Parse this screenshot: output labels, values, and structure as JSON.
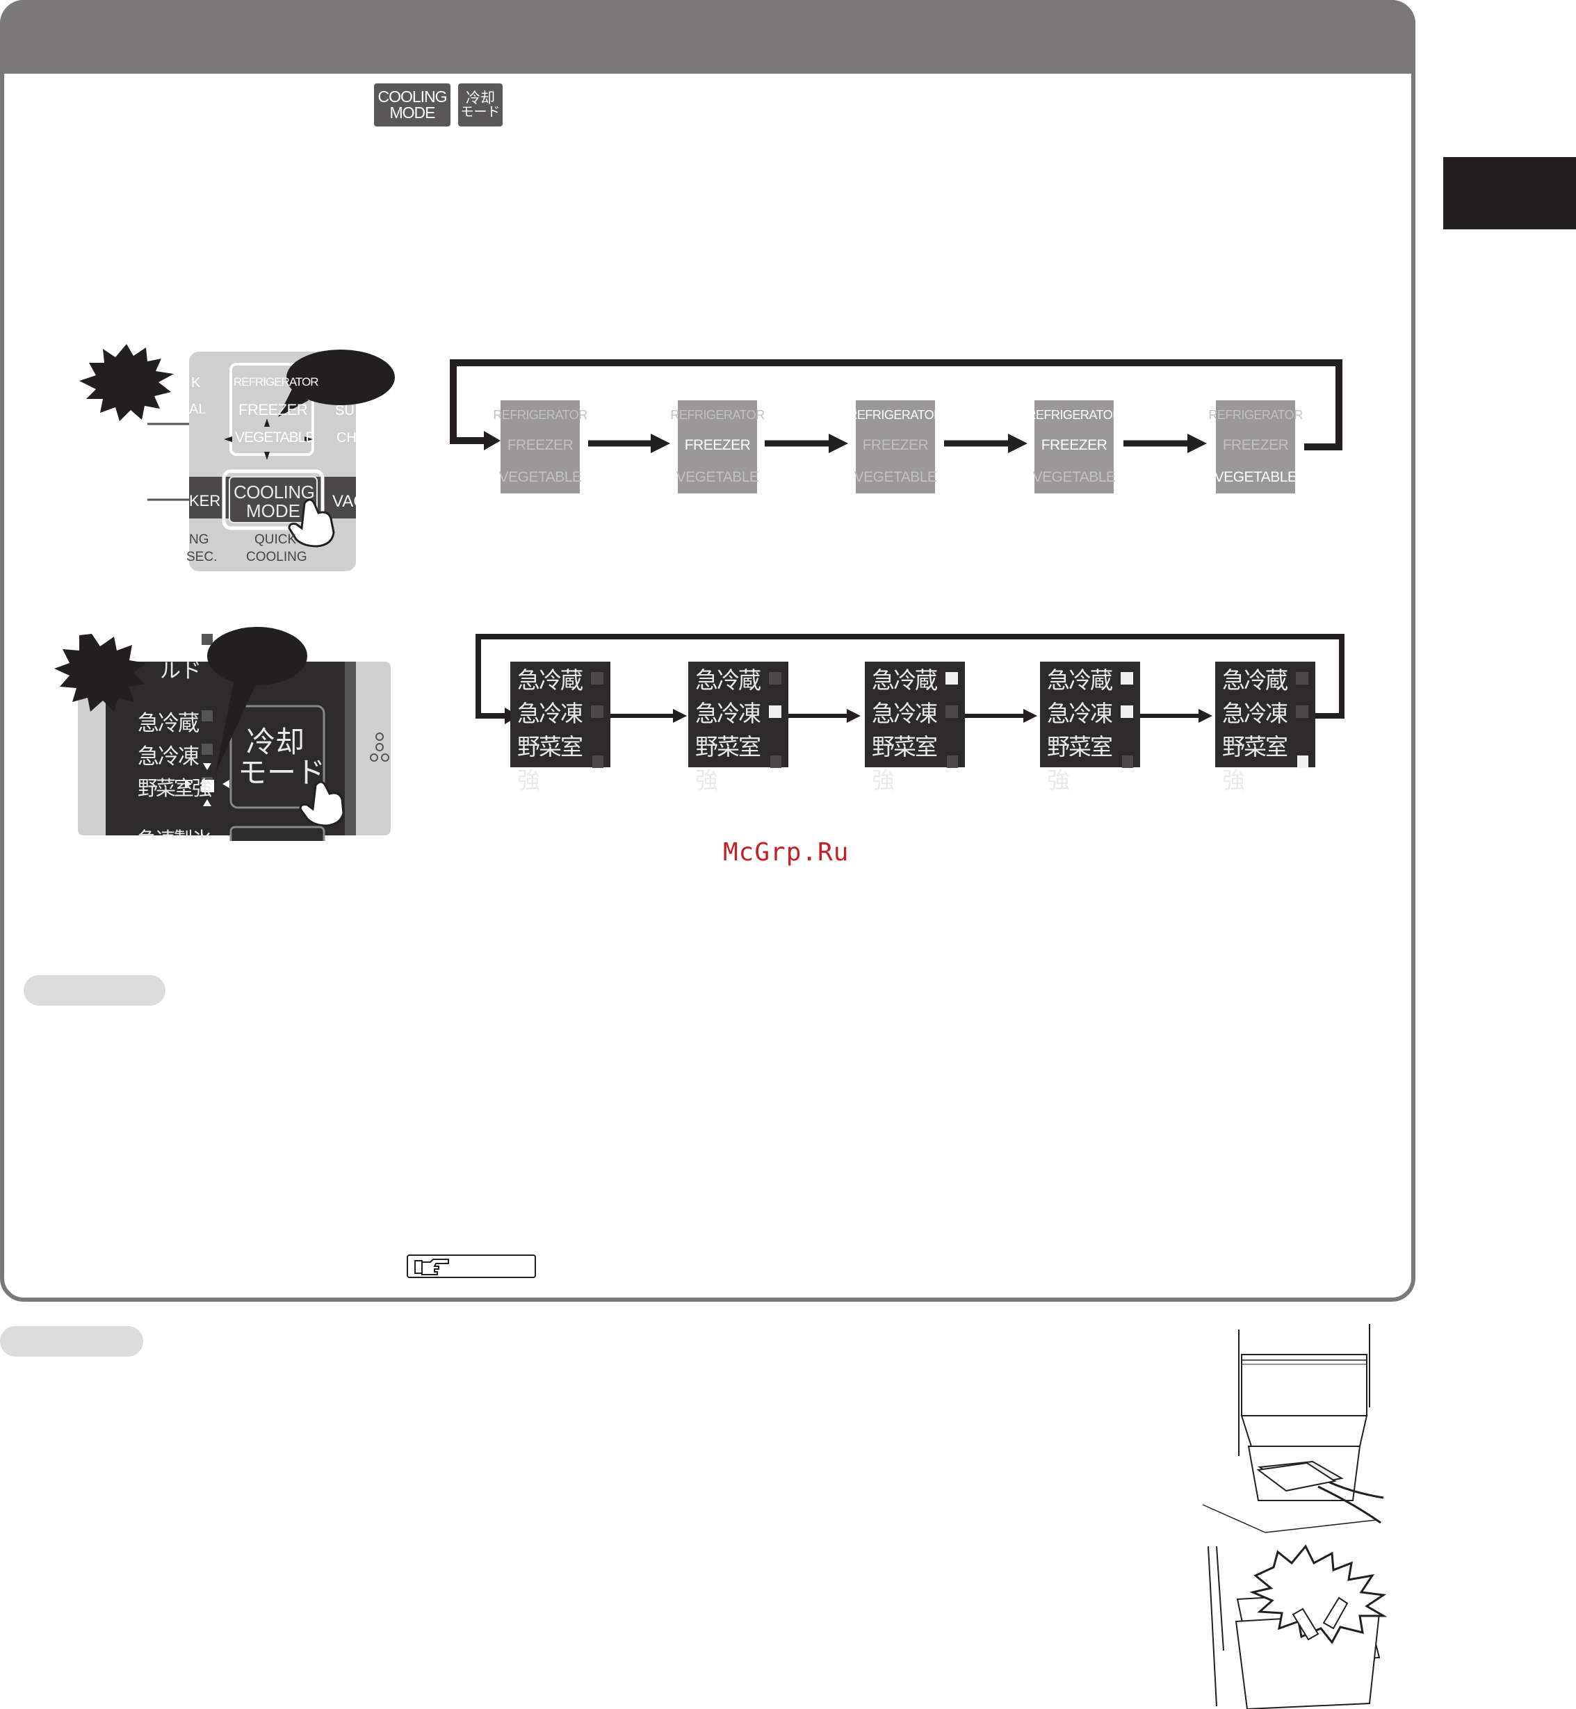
{
  "header": {
    "cooling_mode_key": {
      "line1": "COOLING",
      "line2": "MODE"
    },
    "jp_key": {
      "line1": "冷却",
      "line2": "モード"
    }
  },
  "en_illustration": {
    "panel_labels": {
      "refrigerator": "REFRIGERATOR",
      "freezer": "FREEZER",
      "vegetable": "VEGETABLE"
    },
    "button": {
      "line1": "COOLING",
      "line2": "MODE"
    },
    "button_caption": {
      "line1": "QUICK",
      "line2": "COOLING"
    },
    "partial_left": [
      "K",
      "AL",
      "KER",
      "NG",
      "SEC."
    ],
    "partial_right": [
      "SU",
      "CH",
      "VAC"
    ]
  },
  "en_sequence": [
    {
      "refrigerator": "REFRIGERATOR",
      "freezer": "FREEZER",
      "vegetable": "VEGETABLE",
      "lit": "none"
    },
    {
      "refrigerator": "REFRIGERATOR",
      "freezer": "FREEZER",
      "vegetable": "VEGETABLE",
      "lit": "freezer"
    },
    {
      "refrigerator": "REFRIGERATOR",
      "freezer": "FREEZER",
      "vegetable": "VEGETABLE",
      "lit": "refrigerator"
    },
    {
      "refrigerator": "REFRIGERATOR",
      "freezer": "FREEZER",
      "vegetable": "VEGETABLE",
      "lit": "refrigerator+freezer"
    },
    {
      "refrigerator": "REFRIGERATOR",
      "freezer": "FREEZER",
      "vegetable": "VEGETABLE",
      "lit": "vegetable"
    }
  ],
  "jp_illustration": {
    "labels": [
      "急冷蔵",
      "急冷凍",
      "野菜室強"
    ],
    "partial_top": "ルド",
    "partial_bottom": "急速製氷",
    "button": {
      "line1": "冷却",
      "line2": "モード"
    }
  },
  "jp_sequence": [
    {
      "rows": [
        "急冷蔵",
        "急冷凍",
        "野菜室強"
      ],
      "lit": [
        false,
        false,
        false
      ]
    },
    {
      "rows": [
        "急冷蔵",
        "急冷凍",
        "野菜室強"
      ],
      "lit": [
        false,
        true,
        false
      ]
    },
    {
      "rows": [
        "急冷蔵",
        "急冷凍",
        "野菜室強"
      ],
      "lit": [
        true,
        false,
        false
      ]
    },
    {
      "rows": [
        "急冷蔵",
        "急冷凍",
        "野菜室強"
      ],
      "lit": [
        true,
        true,
        false
      ]
    },
    {
      "rows": [
        "急冷蔵",
        "急冷凍",
        "野菜室強"
      ],
      "lit": [
        false,
        false,
        true
      ]
    }
  ],
  "watermark": "McGrp.Ru",
  "colors": {
    "frame": "#7a7878",
    "dark": "#231f20",
    "watermark": "#c02026"
  }
}
